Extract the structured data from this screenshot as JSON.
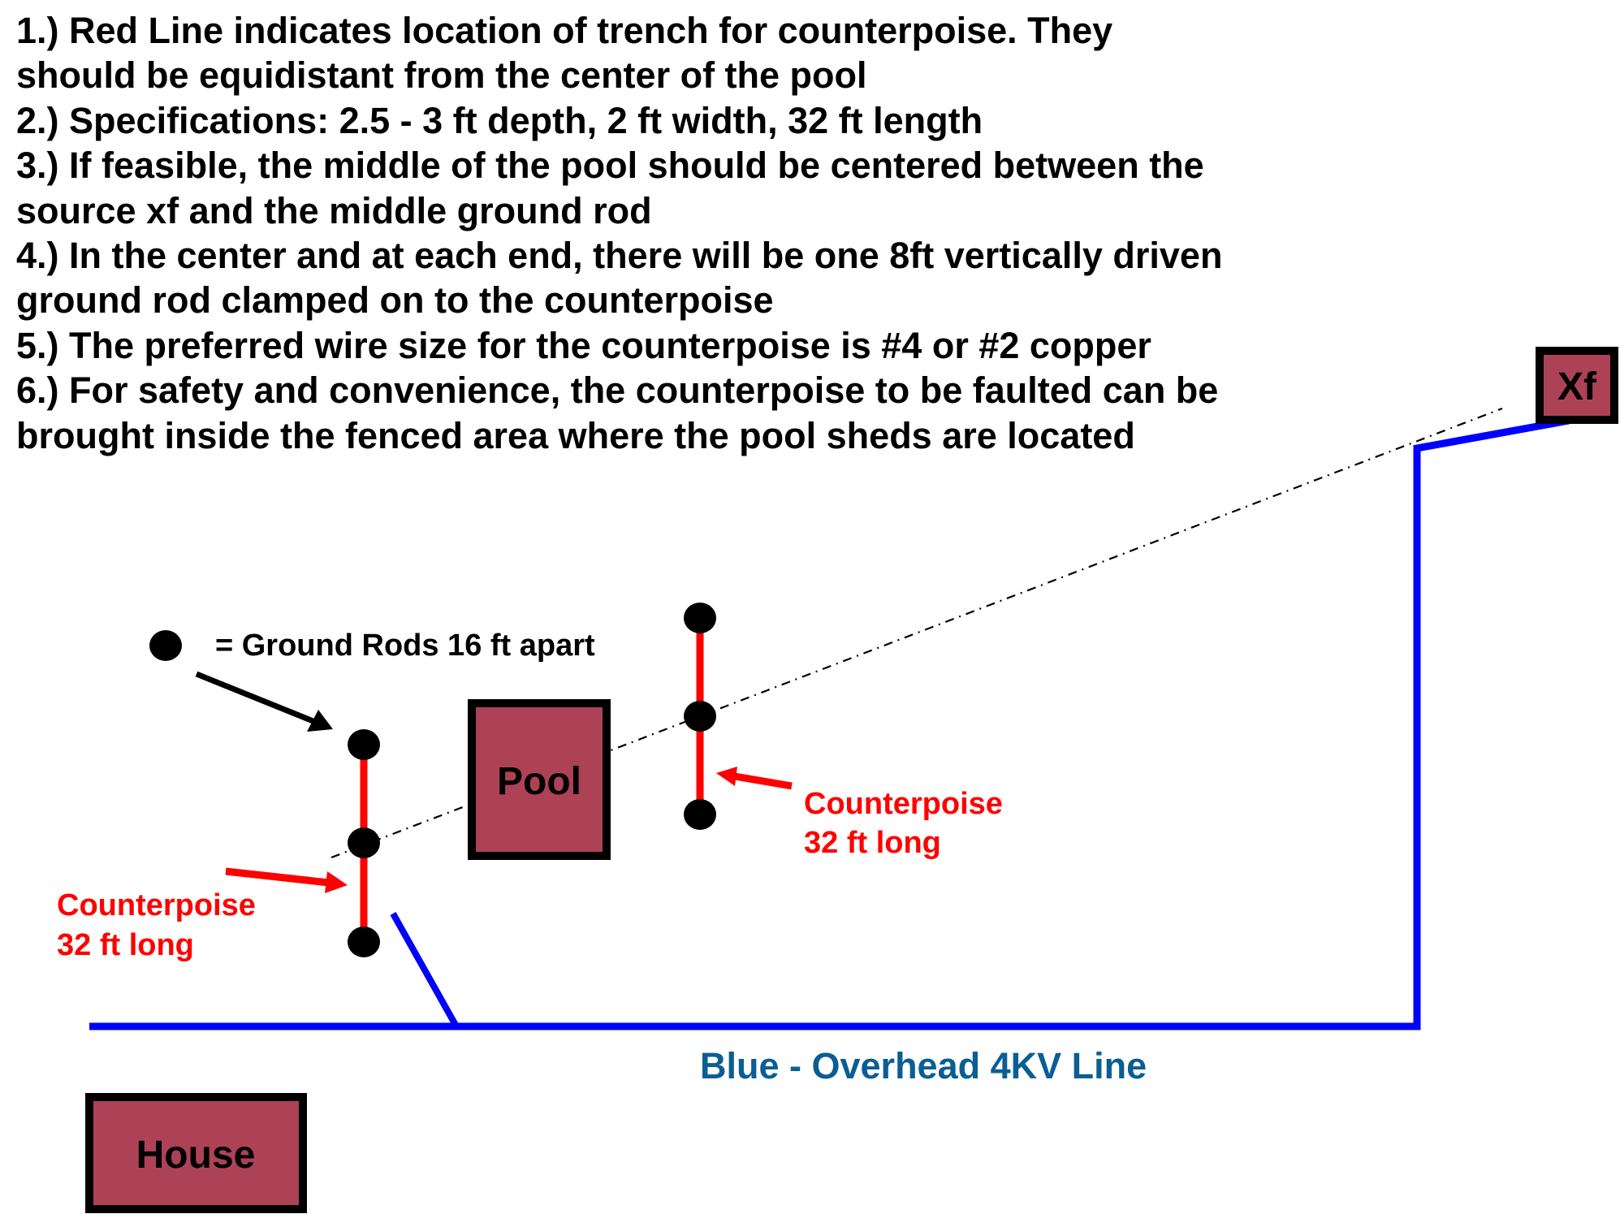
{
  "notes": [
    "1.) Red Line indicates location of  trench for counterpoise. They",
    "should be equidistant from the center of the pool",
    "2.) Specifications: 2.5 - 3 ft depth, 2 ft width, 32 ft length",
    "3.) If feasible, the middle of the pool should be centered between the",
    "source xf and the middle ground rod",
    "4.) In the center and at each end, there will be one 8ft vertically driven",
    "ground rod clamped on to the counterpoise",
    "5.) The preferred wire size for the counterpoise is #4 or #2  copper",
    "6.) For safety and convenience, the counterpoise to be faulted can be",
    "brought inside the fenced area where the pool sheds are located"
  ],
  "legend": {
    "icon": "ground-rod-dot",
    "label": "= Ground Rods 16 ft apart"
  },
  "structures": {
    "pool": "Pool",
    "house": "House",
    "transformer": "Xf"
  },
  "counterpoise_labels": {
    "left": [
      "Counterpoise",
      "32 ft long"
    ],
    "right": [
      "Counterpoise",
      "32 ft long"
    ]
  },
  "power_line_label": "Blue - Overhead 4KV Line",
  "colors": {
    "structure_fill": "#AD4257",
    "counterpoise": "#FF0000",
    "power_line": "#0000FF",
    "power_line_label": "#0B5E94",
    "ground_rod": "#000000"
  }
}
